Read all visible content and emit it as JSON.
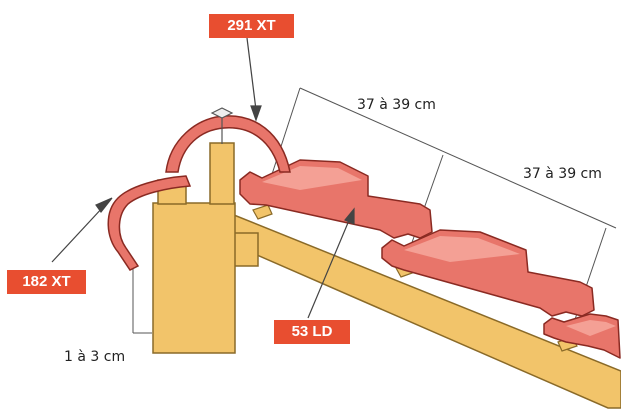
{
  "callouts": {
    "ridge_tile": "291 XT",
    "ventilation_strip": "182 XT",
    "roof_tile": "53 LD"
  },
  "dimensions": {
    "batten_spacing_upper": "37 à 39 cm",
    "batten_spacing_lower": "37 à 39 cm",
    "overhang": "1 à 3 cm"
  },
  "colors": {
    "callout_bg": "#e84e30",
    "tile_fill": "#e8756a",
    "tile_stroke": "#8a2a22",
    "wood_fill": "#f2c46a",
    "wood_stroke": "#8a6a28"
  }
}
